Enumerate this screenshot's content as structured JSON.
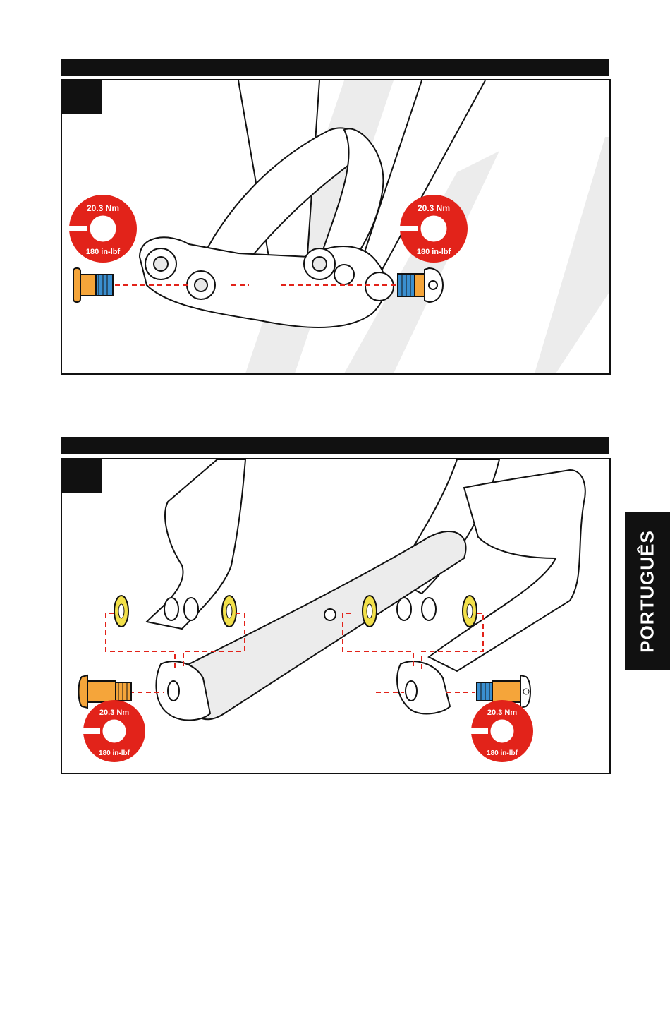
{
  "steps": [
    {
      "torque_badges": [
        {
          "value": "20.3 Nm",
          "unit_alt": "180 in-lbf"
        },
        {
          "value": "20.3 Nm",
          "unit_alt": "180 in-lbf"
        }
      ]
    },
    {
      "torque_badges": [
        {
          "value": "20.3 Nm",
          "unit_alt": "180 in-lbf"
        },
        {
          "value": "20.3 Nm",
          "unit_alt": "180 in-lbf"
        }
      ]
    }
  ],
  "side_tab": {
    "label": "PORTUGUÊS"
  },
  "colors": {
    "frame_fill": "#e8e8e8",
    "outline": "#111111",
    "torque_red": "#e2231a",
    "bolt_orange": "#f5a53a",
    "threadlock_blue": "#3a8fd0",
    "washer_yellow": "#f2e04a",
    "guide_line": "#e2231a"
  }
}
